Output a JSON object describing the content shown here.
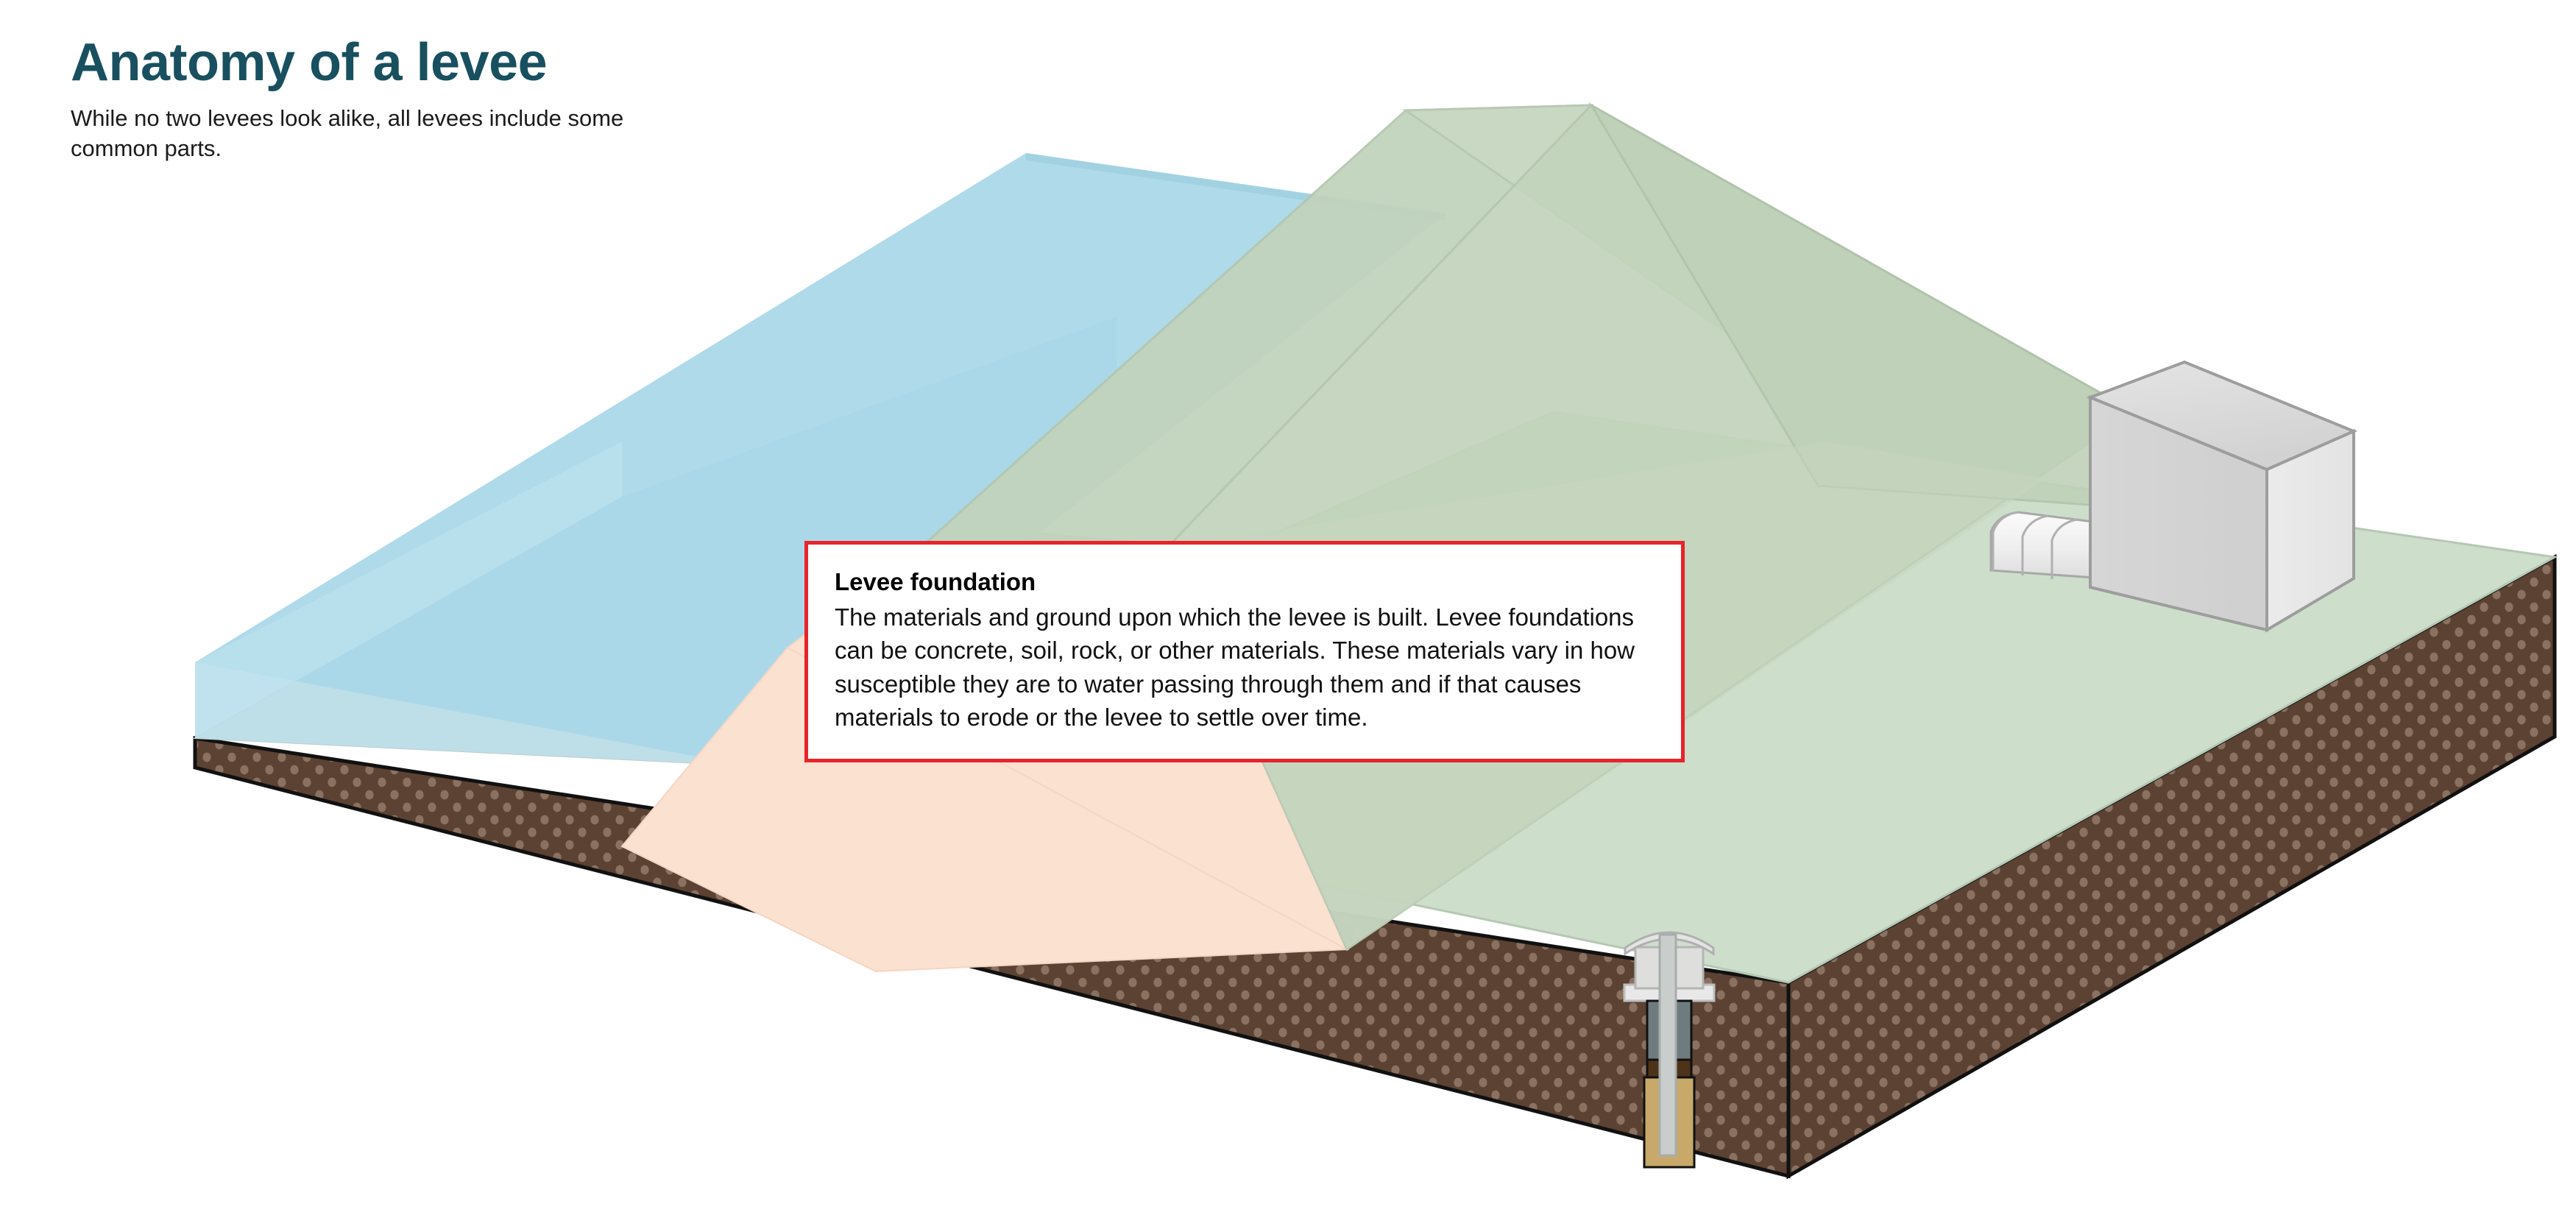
{
  "heading": {
    "title": "Anatomy of a levee",
    "subtitle": "While no two levees look alike, all levees include some common parts."
  },
  "callout": {
    "title": "Levee foundation",
    "body": "The materials and ground upon which the levee is built. Levee foundations can be concrete, soil, rock, or other materials. These materials vary in how susceptible they are to water passing through them and if that causes materials to erode or the levee to settle over time.",
    "border_color": "#e8232a",
    "background_color": "#ffffff",
    "text_color": "#111111"
  },
  "diagram": {
    "name": "isometric levee cross-section",
    "parts": [
      {
        "id": "water-body",
        "label": "Water / river on the flood side",
        "color": "#ade0ef"
      },
      {
        "id": "water-submerged",
        "label": "Submerged waterside slope",
        "color": "#c5d4d6"
      },
      {
        "id": "levee-core",
        "label": "Levee embankment core (cut face)",
        "color": "#fbe1d0"
      },
      {
        "id": "levee-body",
        "label": "Levee embankment (vegetated)",
        "color": "#c3d4bd"
      },
      {
        "id": "levee-crest",
        "label": "Levee crest",
        "color": "#c9d8c3"
      },
      {
        "id": "landside-ground",
        "label": "Landside ground surface",
        "color": "#cddfcb"
      },
      {
        "id": "levee-foundation",
        "label": "Levee foundation (soil block, cut face)",
        "color": "#5c4233"
      },
      {
        "id": "foundation-dots",
        "label": "Foundation soil texture dots",
        "color": "#8a7160"
      },
      {
        "id": "pump-station",
        "label": "Pump station building",
        "color": "#e2e2e2"
      },
      {
        "id": "culvert-pipe",
        "label": "Culvert / discharge pipe",
        "color": "#ececec"
      },
      {
        "id": "relief-well",
        "label": "Relief well",
        "color": "#e0e0e0"
      },
      {
        "id": "relief-well-screen",
        "label": "Relief well screen / filter pack",
        "color": "#c8a96a"
      },
      {
        "id": "relief-well-seal",
        "label": "Relief well seal",
        "color": "#5a3a22"
      },
      {
        "id": "relief-well-casing",
        "label": "Relief well casing",
        "color": "#7f8b8e"
      }
    ]
  },
  "colors": {
    "title": "#18505f",
    "body_text": "#1b1b1b",
    "accent_red": "#e8232a",
    "water": "#ade0ef",
    "grass": "#c3d4bd",
    "core": "#fbe1d0",
    "soil": "#5c4233",
    "page_background": "#ffffff"
  }
}
